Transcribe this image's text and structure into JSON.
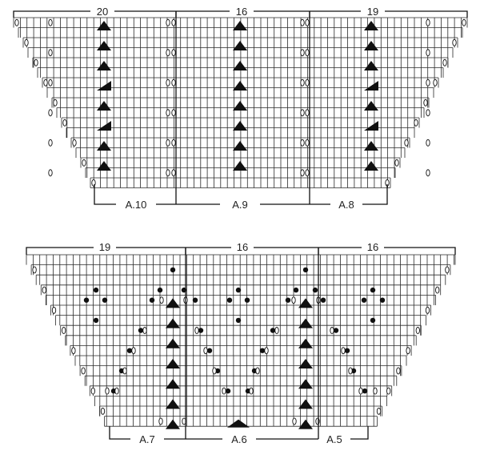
{
  "colors": {
    "grid": "#2a2a2a",
    "ink": "#111111",
    "background": "#ffffff"
  },
  "top_chart": {
    "stitch_counts": [
      "20",
      "16",
      "19"
    ],
    "chart_names": [
      "A.10",
      "A.9",
      "A.8"
    ]
  },
  "bottom_chart": {
    "stitch_counts": [
      "19",
      "16",
      "16"
    ],
    "chart_names": [
      "A.7",
      "A.6",
      "A.5"
    ]
  },
  "symbols": [
    "yarn-over-oval",
    "decrease-triangle",
    "bobble-dot"
  ]
}
